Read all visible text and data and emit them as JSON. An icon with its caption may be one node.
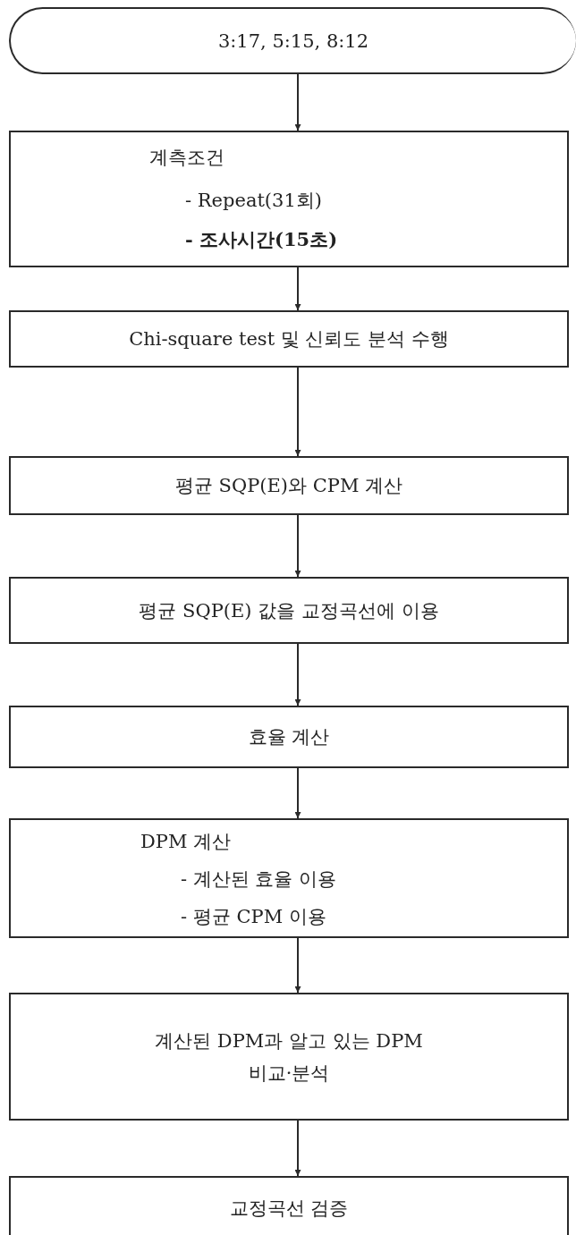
{
  "diagram": {
    "nodes": [
      {
        "text": [
          "3:17, 5:15, 8:12"
        ]
      },
      {
        "text": [
          "계측조건",
          "- Repeat(31회)",
          "- 조사시간(15초)"
        ]
      },
      {
        "text": [
          "Chi-square test 및 신뢰도 분석 수행"
        ]
      },
      {
        "text": [
          "평균 SQP(E)와 CPM 계산"
        ]
      },
      {
        "text": [
          "평균 SQP(E) 값을 교정곡선에 이용"
        ]
      },
      {
        "text": [
          "효율 계산"
        ]
      },
      {
        "text": [
          "DPM 계산",
          "- 계산된 효율 이용",
          "- 평균 CPM 이용"
        ]
      },
      {
        "text": [
          "계산된 DPM과 알고 있는 DPM 비교·분석"
        ]
      },
      {
        "text": [
          "교정곡선 검증"
        ]
      }
    ],
    "edges": [
      {
        "from": 0,
        "to": 1,
        "arrow": "to"
      },
      {
        "from": 1,
        "to": 2,
        "arrow": "to"
      },
      {
        "from": 2,
        "to": 3,
        "arrow": "to"
      },
      {
        "from": 3,
        "to": 4,
        "arrow": "to"
      },
      {
        "from": 4,
        "to": 5,
        "arrow": "to"
      },
      {
        "from": 5,
        "to": 6,
        "arrow": "to"
      },
      {
        "from": 6,
        "to": 7,
        "arrow": "to"
      },
      {
        "from": 7,
        "to": 8,
        "arrow": "to"
      }
    ]
  }
}
